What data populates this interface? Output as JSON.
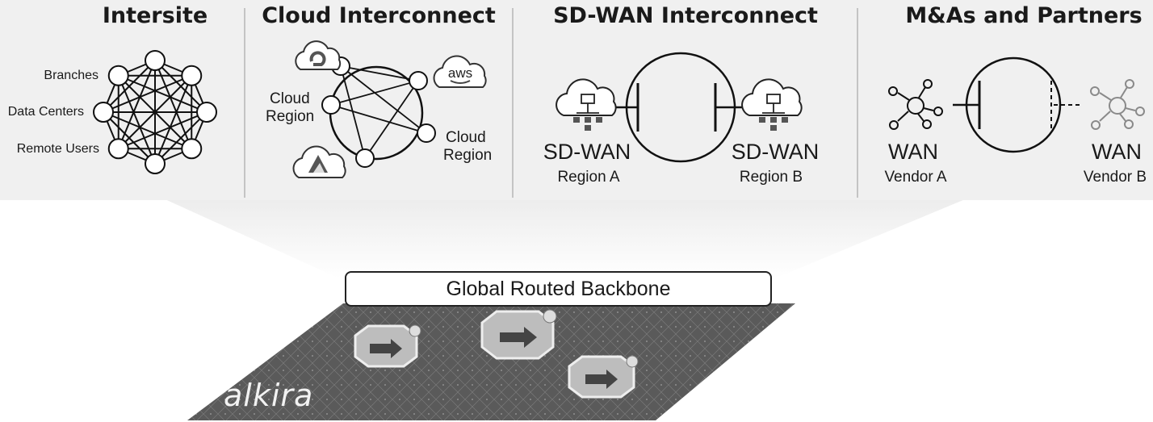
{
  "sections": [
    {
      "title": "Intersite",
      "labels": [
        "Branches",
        "Data Centers",
        "Remote Users"
      ]
    },
    {
      "title": "Cloud Interconnect",
      "labels": [
        "Cloud",
        "Region",
        "Cloud",
        "Region"
      ],
      "cloud_icons": [
        "google-cloud-icon",
        "aws-cloud-icon",
        "azure-cloud-icon"
      ],
      "aws_text": "aws"
    },
    {
      "title": "SD-WAN Interconnect",
      "left_title": "SD-WAN",
      "left_sub": "Region A",
      "right_title": "SD-WAN",
      "right_sub": "Region B"
    },
    {
      "title": "M&As and Partners",
      "left_title": "WAN",
      "left_sub": "Vendor A",
      "right_title": "WAN",
      "right_sub": "Vendor B"
    }
  ],
  "backbone": {
    "label": "Global Routed Backbone",
    "brand": "alkira"
  },
  "colors": {
    "panel": "#f0f0f0",
    "map": "#5a5a5a",
    "divider": "#b5b5b5",
    "line": "#111111",
    "accent_gray": "#8a8a8a"
  }
}
